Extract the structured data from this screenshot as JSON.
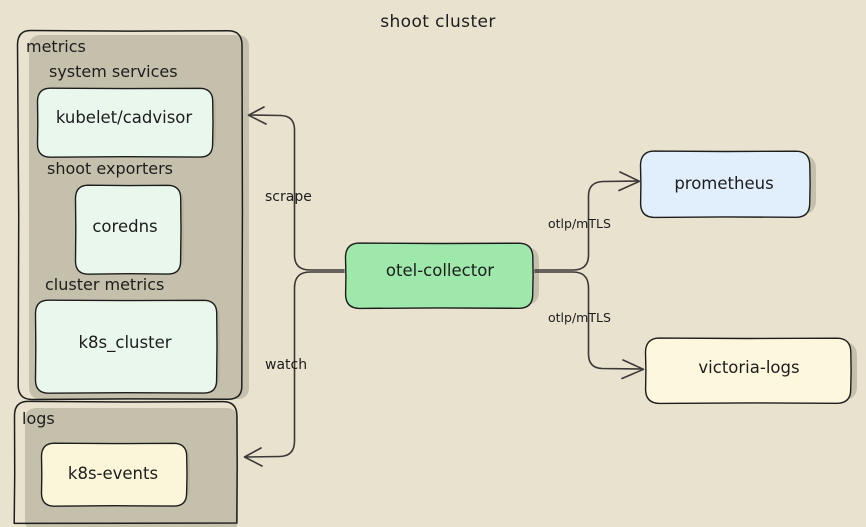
{
  "diagram": {
    "title": "shoot cluster",
    "background_color": "#e8e2ce",
    "stroke_color": "#1d1d1d",
    "style": "hand-drawn"
  },
  "groups": [
    {
      "id": "metrics",
      "label": "metrics",
      "sublabels": [
        "system services",
        "shoot exporters",
        "cluster metrics"
      ]
    },
    {
      "id": "logs",
      "label": "logs",
      "sublabels": []
    }
  ],
  "nodes": [
    {
      "id": "kubelet",
      "label": "kubelet/cadvisor",
      "color": "#e9f7ed"
    },
    {
      "id": "coredns",
      "label": "coredns",
      "color": "#e9f7ed"
    },
    {
      "id": "k8s_cluster",
      "label": "k8s_cluster",
      "color": "#e9f7ed"
    },
    {
      "id": "k8s_events",
      "label": "k8s-events",
      "color": "#fbf6d9"
    },
    {
      "id": "otel",
      "label": "otel-collector",
      "color": "#9ee8ab"
    },
    {
      "id": "prometheus",
      "label": "prometheus",
      "color": "#e1effd"
    },
    {
      "id": "victoria",
      "label": "victoria-logs",
      "color": "#fdf8dd"
    }
  ],
  "edges": [
    {
      "id": "scrape",
      "label": "scrape",
      "from": "otel",
      "to": "metrics"
    },
    {
      "id": "watch",
      "label": "watch",
      "from": "otel",
      "to": "logs"
    },
    {
      "id": "otlp-prom",
      "label": "otlp/mTLS",
      "from": "otel",
      "to": "prometheus"
    },
    {
      "id": "otlp-vl",
      "label": "otlp/mTLS",
      "from": "otel",
      "to": "victoria"
    }
  ]
}
